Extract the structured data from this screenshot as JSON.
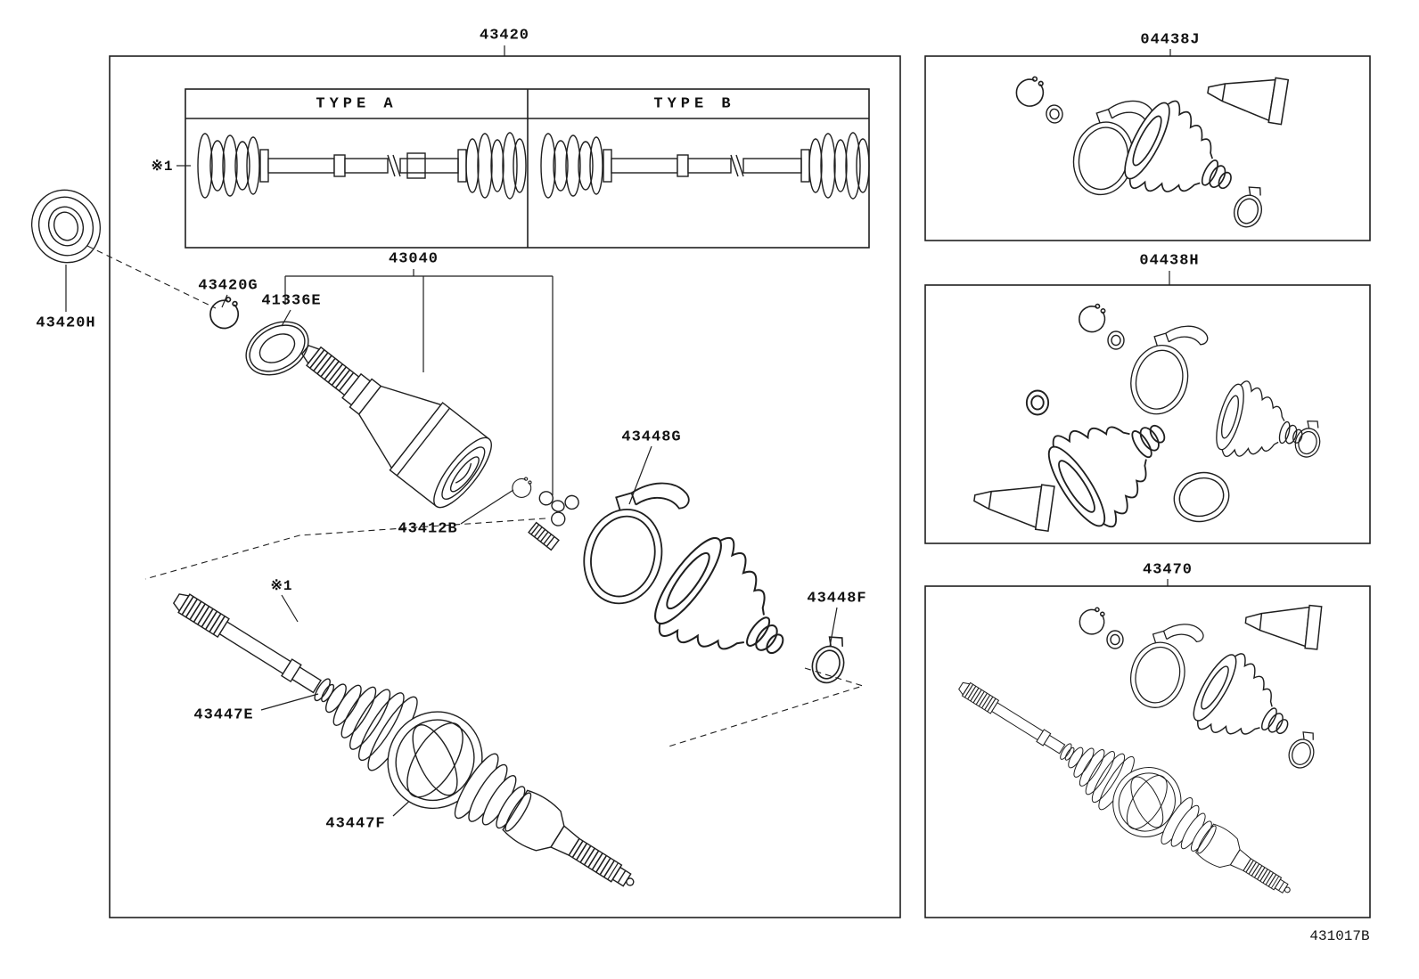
{
  "colors": {
    "background": "#ffffff",
    "line": "#1f1f1f",
    "text": "#111111"
  },
  "drawing_ref": "431017B",
  "main_assembly": {
    "label": "43420",
    "table": {
      "col_a": "TYPE A",
      "col_b": "TYPE B",
      "ref_mark": "※1"
    },
    "callouts": {
      "oil_seal": "43420H",
      "snap_ring": "43420G",
      "deflector": "41336E",
      "outboard_joint_kit": "43040",
      "spider": "43412B",
      "inboard_boot_clamp": "43448G",
      "inboard_boot_small_clamp": "43448F",
      "outboard_boot_clamp": "43447E",
      "outboard_boot": "43447F",
      "shaft_ref_mark": "※1"
    }
  },
  "kit_boxes": {
    "inboard_boot_kit": "04438J",
    "boot_kit": "04438H",
    "shaft_assembly_kit": "43470"
  }
}
